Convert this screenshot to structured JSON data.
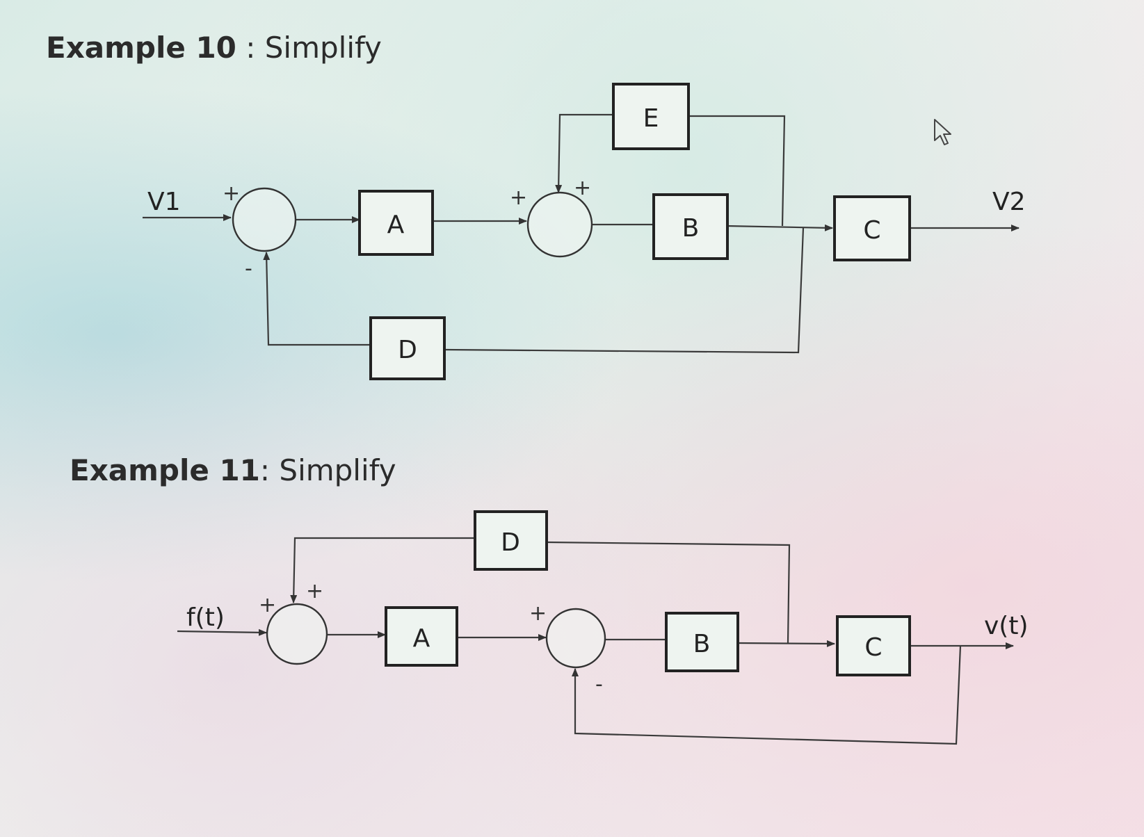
{
  "example10": {
    "title_bold": "Example 10",
    "title_rest": " : Simplify",
    "input_label": "V1",
    "output_label": "V2",
    "blocks": {
      "a": "A",
      "b": "B",
      "c": "C",
      "d": "D",
      "e": "E"
    },
    "signs": {
      "sum1_top": "+",
      "sum1_bottom": "-",
      "sum2_left": "+",
      "sum2_top": "+"
    }
  },
  "example11": {
    "title_bold": "Example 11",
    "title_rest": ": Simplify",
    "input_label": "f(t)",
    "output_label": "v(t)",
    "blocks": {
      "a": "A",
      "b": "B",
      "c": "C",
      "d": "D"
    },
    "signs": {
      "sum1_left": "+",
      "sum1_top": "+",
      "sum2_left": "+",
      "sum2_bottom": "-"
    }
  }
}
